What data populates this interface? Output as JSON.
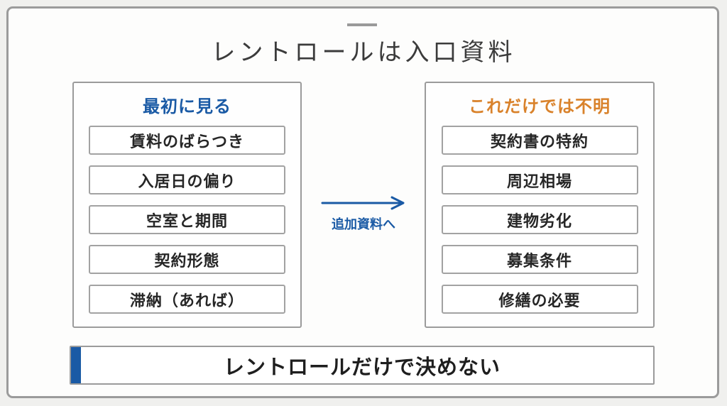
{
  "colors": {
    "accent_blue": "#1a5aa5",
    "accent_orange": "#d9822b"
  },
  "slide": {
    "title": "レントロールは入口資料",
    "left_panel": {
      "header": "最初に見る",
      "items": [
        "賃料のばらつき",
        "入居日の偏り",
        "空室と期間",
        "契約形態",
        "滞納（あれば）"
      ]
    },
    "right_panel": {
      "header": "これだけでは不明",
      "items": [
        "契約書の特約",
        "周辺相場",
        "建物劣化",
        "募集条件",
        "修繕の必要"
      ]
    },
    "arrow": {
      "label": "追加資料へ"
    },
    "footer": {
      "text": "レントロールだけで決めない"
    }
  }
}
